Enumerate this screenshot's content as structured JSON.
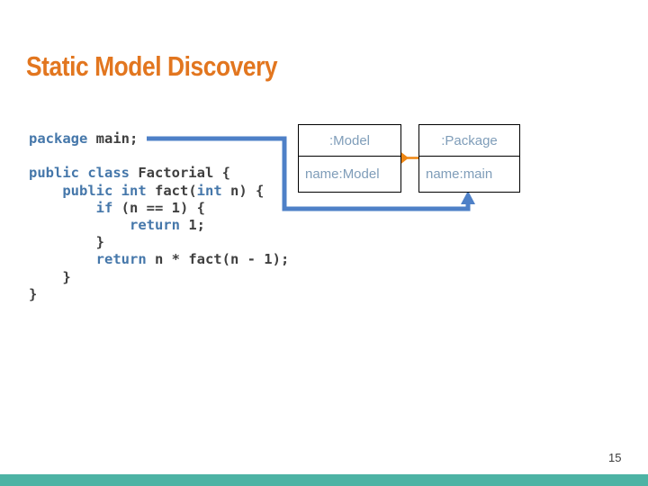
{
  "slide": {
    "title": "Static Model Discovery",
    "page_number": "15"
  },
  "colors": {
    "title_orange": "#e2761f",
    "accent_teal": "#4db3a4",
    "keyword_blue": "#4577aa",
    "code_text": "#3f3f3f",
    "arrow_blue": "#4e80c7",
    "connector_orange": "#ee8612",
    "box_text": "#7f9db9",
    "box_border": "#000000"
  },
  "code": {
    "lines": [
      [
        {
          "text": "package",
          "type": "keyword"
        },
        {
          "text": " main;",
          "type": "plain"
        }
      ],
      [],
      [
        {
          "text": "public class",
          "type": "keyword"
        },
        {
          "text": " Factorial {",
          "type": "plain"
        }
      ],
      [
        {
          "text": "    ",
          "type": "plain"
        },
        {
          "text": "public int",
          "type": "keyword"
        },
        {
          "text": " fact(",
          "type": "plain"
        },
        {
          "text": "int",
          "type": "keyword"
        },
        {
          "text": " n) {",
          "type": "plain"
        }
      ],
      [
        {
          "text": "        ",
          "type": "plain"
        },
        {
          "text": "if",
          "type": "keyword"
        },
        {
          "text": " (n == 1) {",
          "type": "plain"
        }
      ],
      [
        {
          "text": "            ",
          "type": "plain"
        },
        {
          "text": "return",
          "type": "keyword"
        },
        {
          "text": " 1;",
          "type": "plain"
        }
      ],
      [
        {
          "text": "        }",
          "type": "plain"
        }
      ],
      [
        {
          "text": "        ",
          "type": "plain"
        },
        {
          "text": "return",
          "type": "keyword"
        },
        {
          "text": " n * fact(n - 1);",
          "type": "plain"
        }
      ],
      [
        {
          "text": "    }",
          "type": "plain"
        }
      ],
      [
        {
          "text": "}",
          "type": "plain"
        }
      ]
    ]
  },
  "diagram": {
    "model_box": {
      "header": ":Model",
      "attribute": "name:Model"
    },
    "package_box": {
      "header": ":Package",
      "attribute": "name:main"
    }
  }
}
